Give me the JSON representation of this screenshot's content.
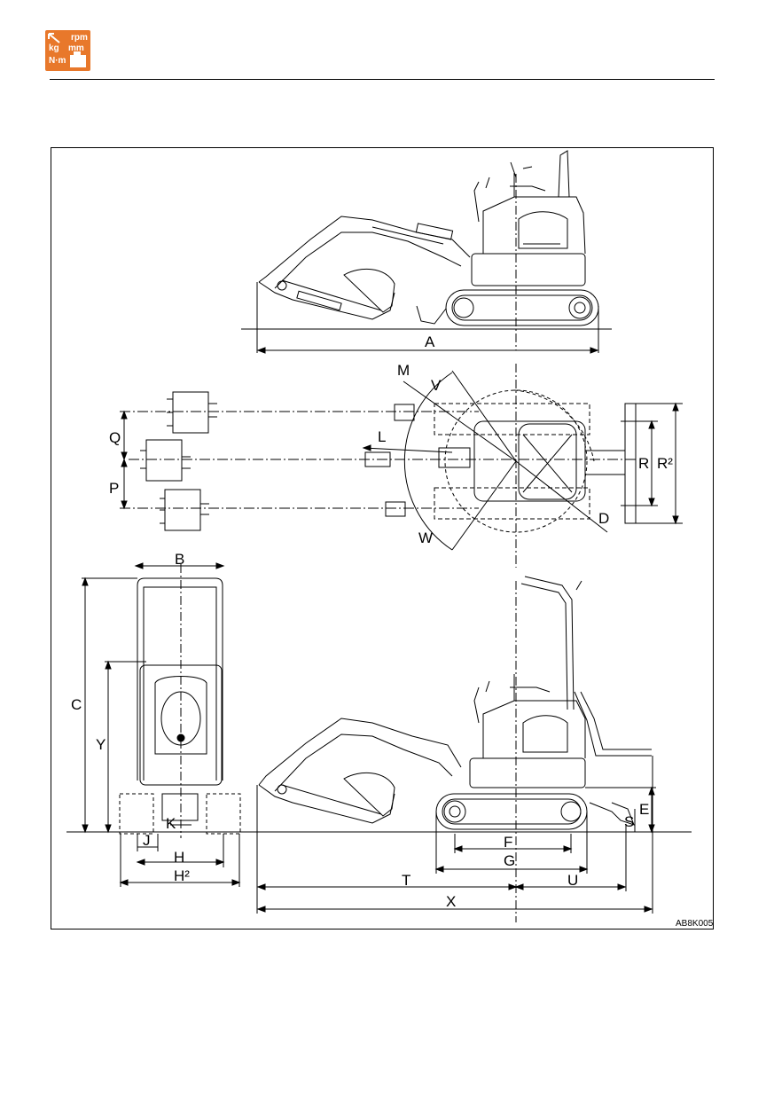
{
  "logo": {
    "icon": "rpm-kg-mm-nm-units-icon",
    "lines": [
      "rpm",
      "kg",
      "mm",
      "N·m"
    ],
    "color": "#e8782b"
  },
  "diagram": {
    "figure_code": "AB8K005",
    "labels": {
      "A": "A",
      "M": "M",
      "V": "V",
      "L": "L",
      "Q": "Q",
      "P": "P",
      "R": "R",
      "R2": "R²",
      "D": "D",
      "W": "W",
      "B": "B",
      "C": "C",
      "Y": "Y",
      "K": "K",
      "J": "J",
      "H": "H",
      "H2": "H²",
      "E": "E",
      "S": "S",
      "F": "F",
      "G": "G",
      "T": "T",
      "U": "U",
      "X": "X"
    }
  }
}
